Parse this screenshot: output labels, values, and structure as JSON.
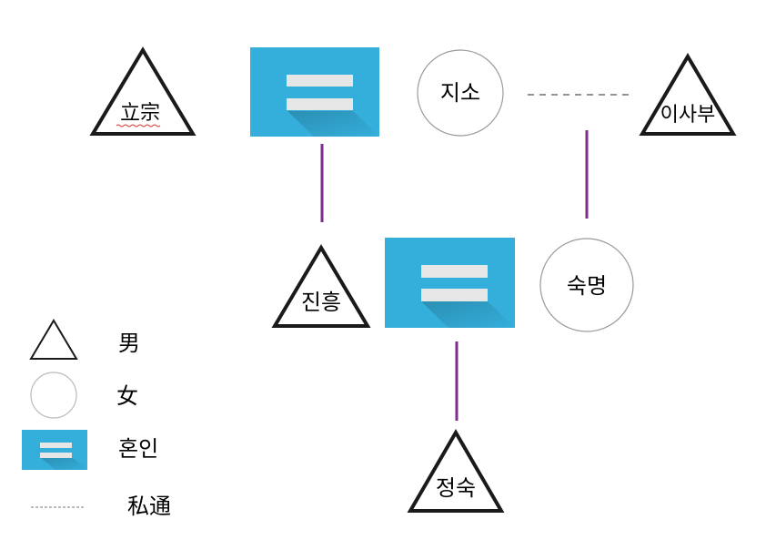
{
  "colors": {
    "marriage_fill": "#34AEDB",
    "marriage_bar": "#E6E6E6",
    "descent_line": "#7E2E8E",
    "shape_stroke": "#1A1A1A",
    "circle_stroke": "#9A9A9A",
    "dash_line": "#555555"
  },
  "people": {
    "lizong": "立宗",
    "jiso": "지소",
    "isabu": "이사부",
    "jinheung": "진흥",
    "sukmyeong": "숙명",
    "jeongsuk": "정숙"
  },
  "legend": {
    "male": "男",
    "female": "女",
    "marriage": "혼인",
    "affair": "私通"
  }
}
